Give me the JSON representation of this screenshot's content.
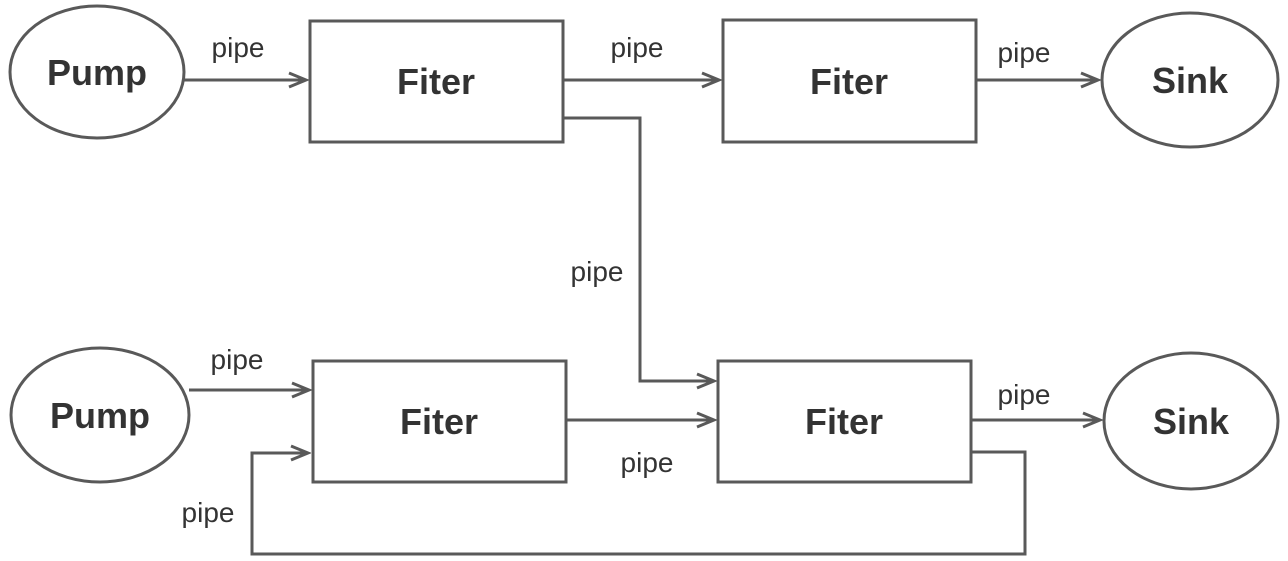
{
  "diagram": {
    "type": "flow-diagram",
    "colors": {
      "line": "#595959",
      "text": "#333333",
      "node_fill": "#ffffff",
      "background": "#ffffff"
    },
    "nodes": [
      {
        "id": "pump-top",
        "shape": "ellipse",
        "label": "Pump"
      },
      {
        "id": "filter-top-left",
        "shape": "rect",
        "label": "Fiter"
      },
      {
        "id": "filter-top-right",
        "shape": "rect",
        "label": "Fiter"
      },
      {
        "id": "sink-top",
        "shape": "ellipse",
        "label": "Sink"
      },
      {
        "id": "pump-bottom",
        "shape": "ellipse",
        "label": "Pump"
      },
      {
        "id": "filter-bottom-left",
        "shape": "rect",
        "label": "Fiter"
      },
      {
        "id": "filter-bottom-right",
        "shape": "rect",
        "label": "Fiter"
      },
      {
        "id": "sink-bottom",
        "shape": "ellipse",
        "label": "Sink"
      }
    ],
    "edges": [
      {
        "from": "pump-top",
        "to": "filter-top-left",
        "label": "pipe"
      },
      {
        "from": "filter-top-left",
        "to": "filter-top-right",
        "label": "pipe"
      },
      {
        "from": "filter-top-right",
        "to": "sink-top",
        "label": "pipe"
      },
      {
        "from": "filter-top-left",
        "to": "filter-bottom-right",
        "label": "pipe"
      },
      {
        "from": "pump-bottom",
        "to": "filter-bottom-left",
        "label": "pipe"
      },
      {
        "from": "filter-bottom-left",
        "to": "filter-bottom-right",
        "label": "pipe"
      },
      {
        "from": "filter-bottom-right",
        "to": "sink-bottom",
        "label": "pipe"
      },
      {
        "from": "filter-bottom-right",
        "to": "filter-bottom-left",
        "label": "pipe"
      }
    ]
  }
}
